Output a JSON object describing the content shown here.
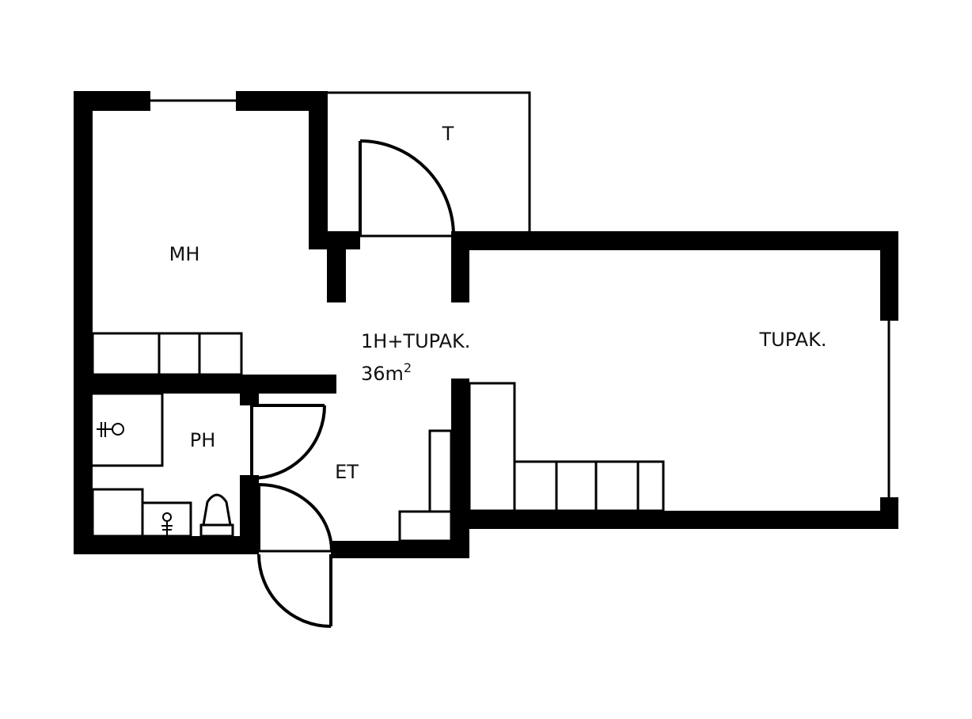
{
  "plan": {
    "rooms": {
      "bedroom": "MH",
      "storage": "T",
      "apartment_type": "1H+TUPAK.",
      "area_value": "36m",
      "area_unit_sup": "2",
      "living_kitchen": "TUPAK.",
      "bathroom": "PH",
      "entry": "ET"
    },
    "colors": {
      "wall": "#000000",
      "background": "#ffffff"
    }
  }
}
